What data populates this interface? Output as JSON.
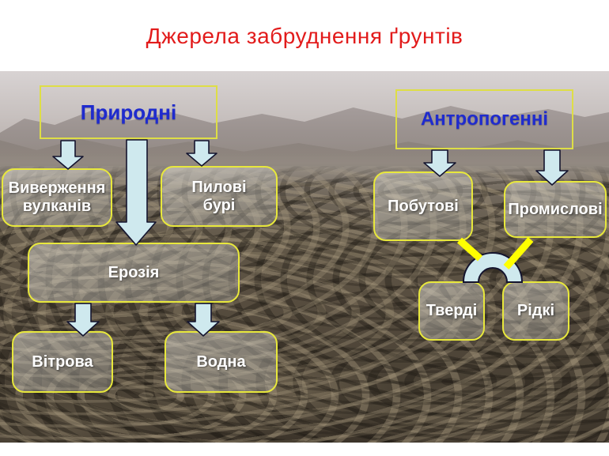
{
  "slide": {
    "title": "Джерела забруднення ґрунтів"
  },
  "diagram": {
    "natural": {
      "label": "Природні"
    },
    "anthropogenic": {
      "label": "Антропогенні"
    },
    "nodes": {
      "volcanic": {
        "label": "Виверження вулканів"
      },
      "dust": {
        "label": "Пилові бурі"
      },
      "erosion": {
        "label": "Ерозія"
      },
      "wind": {
        "label": "Вітрова"
      },
      "water": {
        "label": "Водна"
      },
      "household": {
        "label": "Побутові"
      },
      "industrial": {
        "label": "Промислові"
      },
      "solid": {
        "label": "Тверді"
      },
      "liquid": {
        "label": "Рідкі"
      }
    },
    "colors": {
      "title_text": "#e21b1b",
      "header_text": "#1f2bce",
      "node_text": "#ffffff",
      "box_border": "#e8e83c",
      "arrow_fill": "#cfe9ee",
      "arrow_outline": "#14142e",
      "connector_yellow": "#ffff00"
    }
  }
}
